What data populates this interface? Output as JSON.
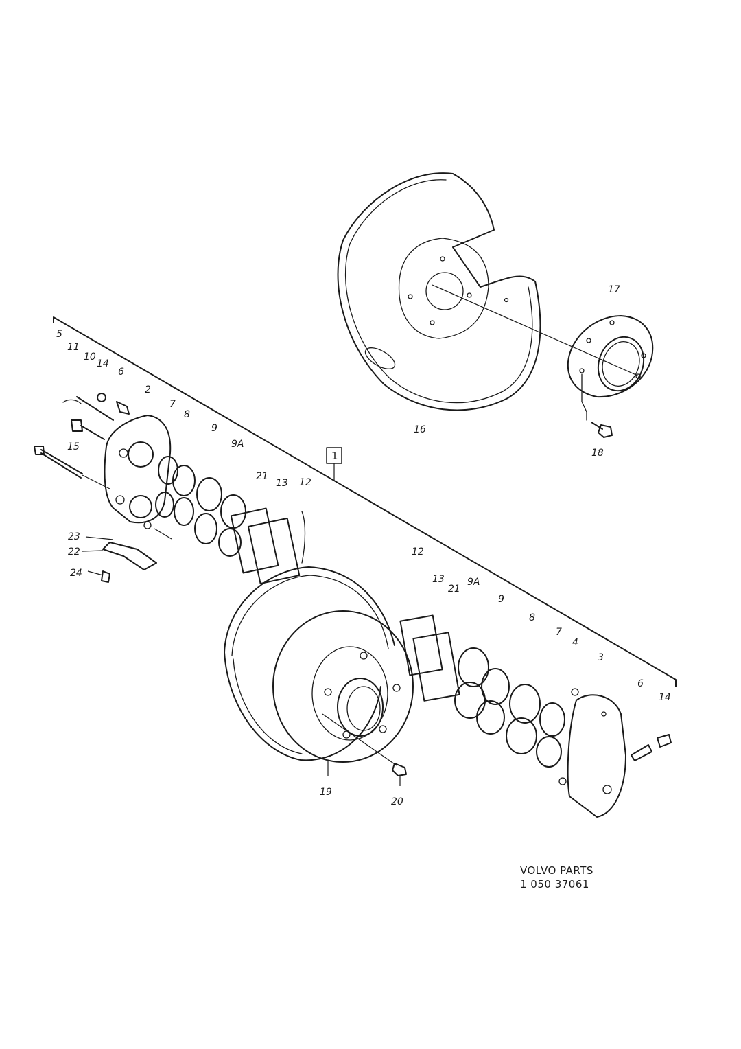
{
  "diagram": {
    "group_label": "1",
    "callouts": {
      "c2": "2",
      "c3": "3",
      "c4": "4",
      "c5": "5",
      "c6_left": "6",
      "c6_right": "6",
      "c7_left": "7",
      "c7_right": "7",
      "c8_left": "8",
      "c8_right": "8",
      "c9_left": "9",
      "c9_right": "9",
      "c9a_left": "9A",
      "c9a_right": "9A",
      "c10": "10",
      "c11": "11",
      "c12_left": "12",
      "c12_right": "12",
      "c13_left": "13",
      "c13_right": "13",
      "c14_left": "14",
      "c14_right": "14",
      "c15": "15",
      "c16": "16",
      "c17": "17",
      "c18": "18",
      "c19": "19",
      "c20": "20",
      "c21_left": "21",
      "c21_right": "21",
      "c22": "22",
      "c23": "23",
      "c24": "24"
    }
  },
  "footer": {
    "brand": "VOLVO PARTS",
    "part_number": "1 050 37061"
  }
}
